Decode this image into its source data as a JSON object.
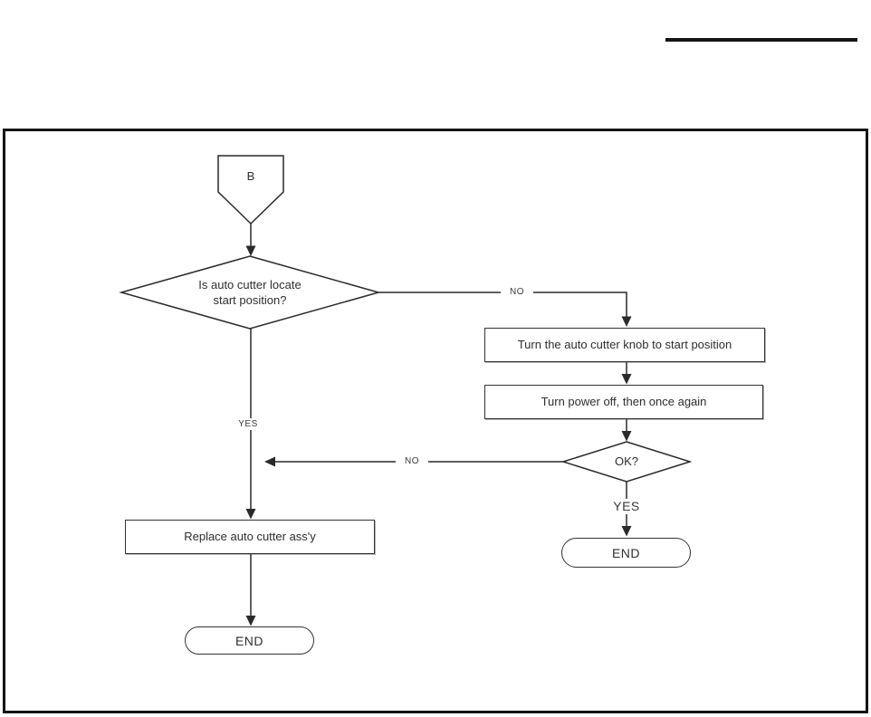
{
  "flowchart": {
    "connector": {
      "label": "B"
    },
    "decision_cutter_position": {
      "line1": "Is auto cutter locate",
      "line2": "start position?"
    },
    "branch_no_top": "NO",
    "branch_yes_left": "YES",
    "process_turn_knob": "Turn the auto cutter knob to start position",
    "process_power_cycle": "Turn power off, then once again",
    "decision_ok": "OK?",
    "branch_no_left": "NO",
    "branch_yes_bottom": "YES",
    "end_right": "END",
    "process_replace": "Replace auto cutter ass'y",
    "end_left": "END"
  },
  "colors": {
    "line": "#2a2a2a",
    "text": "#2e2e2e",
    "frame": "#141414",
    "background": "#ffffff"
  }
}
